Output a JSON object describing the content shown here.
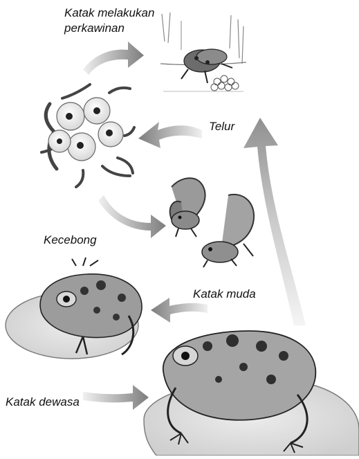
{
  "labels": {
    "mating_line1": "Katak melakukan",
    "mating_line2": "perkawinan",
    "eggs": "Telur",
    "tadpole": "Kecebong",
    "young_frog": "Katak muda",
    "adult_frog": "Katak dewasa"
  },
  "colors": {
    "arrow": "#8d8d8d",
    "big_arrow": "#9a9a9a",
    "frog_skin": "#9c9c9c",
    "frog_spots": "#2f2f2f",
    "lily_pad": "#dcdcdc",
    "outline": "#2a2a2a"
  },
  "stages": [
    {
      "name": "mating-pair-scene",
      "icon": "mating-frogs-icon"
    },
    {
      "name": "frogspawn-cluster",
      "icon": "eggs-icon"
    },
    {
      "name": "tadpoles",
      "icon": "tadpole-icon"
    },
    {
      "name": "young-frog",
      "icon": "young-frog-icon"
    },
    {
      "name": "adult-frog",
      "icon": "adult-frog-icon"
    }
  ]
}
